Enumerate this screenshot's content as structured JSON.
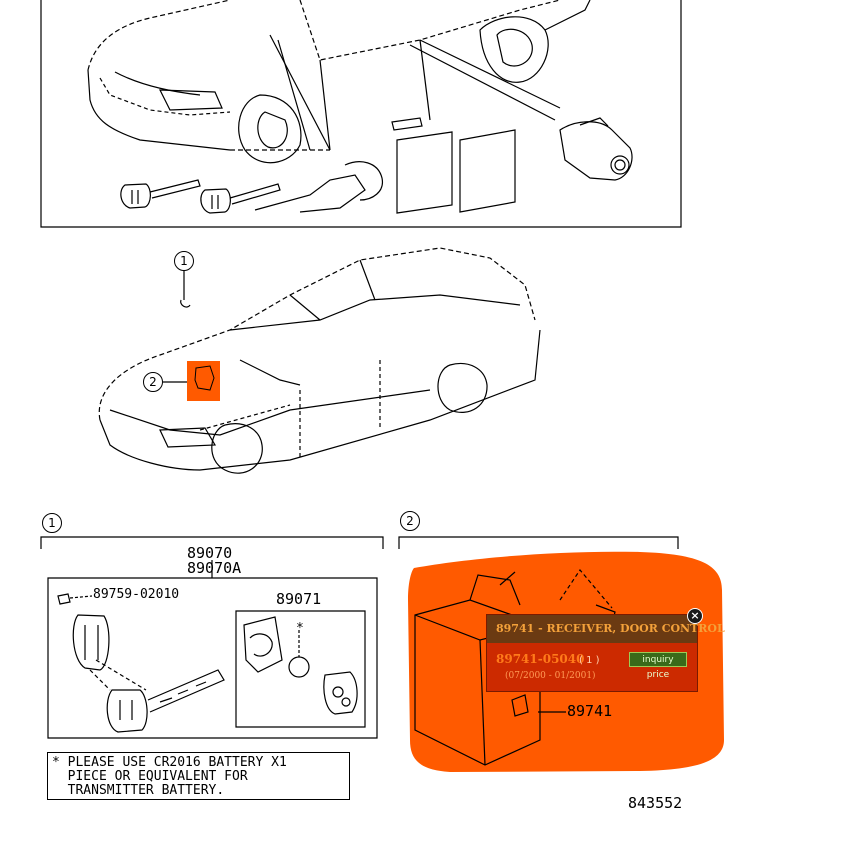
{
  "callouts": {
    "one_top": "1",
    "two_top": "2",
    "one_section": "1",
    "two_section": "2"
  },
  "parts": {
    "assembly_a": "89070",
    "assembly_b": "89070A",
    "screw": "89759-02010",
    "transmitter": "89071",
    "asterisk": "*",
    "receiver": "89741"
  },
  "note": {
    "line1": "* PLEASE USE CR2016 BATTERY X1",
    "line2": "  PIECE OR EQUIVALENT FOR",
    "line3": "  TRANSMITTER BATTERY."
  },
  "diagram_id": "843552",
  "popup": {
    "title": "89741 - RECEIVER, DOOR CONTROL",
    "part_number": "89741-05040",
    "quantity": "( 1 )",
    "dates": "(07/2000 - 01/2001)",
    "inquiry_label": "inquiry price",
    "close_label": "×"
  },
  "colors": {
    "highlight": "#ff5a00",
    "popup_bg": "#cc2a00",
    "popup_header": "#6b3a12",
    "popup_title_text": "#f4a13a",
    "inquiry_button": "#3a6a1a"
  }
}
